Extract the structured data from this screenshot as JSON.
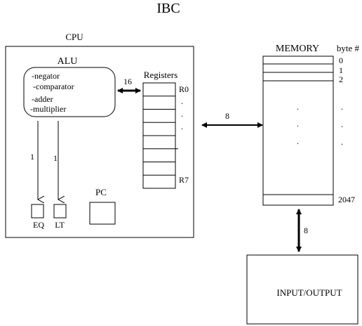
{
  "title": "IBC",
  "cpu": {
    "label": "CPU",
    "alu": {
      "label": "ALU",
      "functions": [
        "-negator",
        "-comparator",
        "-adder",
        "-multiplier"
      ]
    },
    "registers": {
      "label": "Registers",
      "first_label": "R0",
      "last_label": "R7",
      "count": 8
    },
    "alu_register_bus_width": "16",
    "flag_line_widths": [
      "1",
      "1"
    ],
    "flags": [
      "EQ",
      "LT"
    ],
    "pc_label": "PC"
  },
  "cpu_memory_bus_width": "8",
  "memory": {
    "label": "MEMORY",
    "byte_header": "byte #",
    "addresses": [
      "0",
      "1",
      "2",
      "2047"
    ]
  },
  "memory_io_bus_width": "8",
  "io": {
    "label": "INPUT/OUTPUT"
  }
}
